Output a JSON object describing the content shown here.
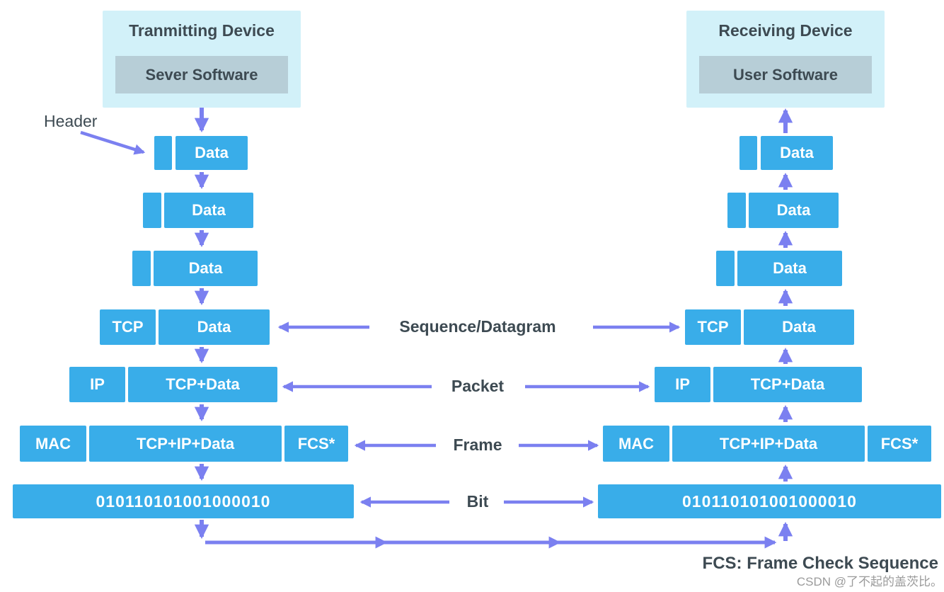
{
  "colors": {
    "box_blue": "#39ade9",
    "arrow_purple": "#7b80f0",
    "device_bg": "#d2f1f9",
    "software_bg": "#b7ced7",
    "dark_text": "#3d4a52",
    "watermark_gray": "#9b9b9b"
  },
  "transmitter": {
    "title": "Tranmitting Device",
    "software": "Sever Software",
    "rows": {
      "row1": {
        "data": "Data"
      },
      "row2": {
        "data": "Data"
      },
      "row3": {
        "data": "Data"
      },
      "row4": {
        "tcp": "TCP",
        "data": "Data"
      },
      "row5": {
        "ip": "IP",
        "payload": "TCP+Data"
      },
      "row6": {
        "mac": "MAC",
        "payload": "TCP+IP+Data",
        "fcs": "FCS*"
      }
    },
    "bits": "010110101001000010"
  },
  "receiver": {
    "title": "Receiving Device",
    "software": "User Software",
    "rows": {
      "row1": {
        "data": "Data"
      },
      "row2": {
        "data": "Data"
      },
      "row3": {
        "data": "Data"
      },
      "row4": {
        "tcp": "TCP",
        "data": "Data"
      },
      "row5": {
        "ip": "IP",
        "payload": "TCP+Data"
      },
      "row6": {
        "mac": "MAC",
        "payload": "TCP+IP+Data",
        "fcs": "FCS*"
      }
    },
    "bits": "010110101001000010"
  },
  "annotations": {
    "header": "Header",
    "sequence_datagram": "Sequence/Datagram",
    "packet": "Packet",
    "frame": "Frame",
    "bit": "Bit",
    "footnote": "FCS: Frame Check Sequence",
    "watermark": "CSDN @了不起的盖茨比。"
  }
}
